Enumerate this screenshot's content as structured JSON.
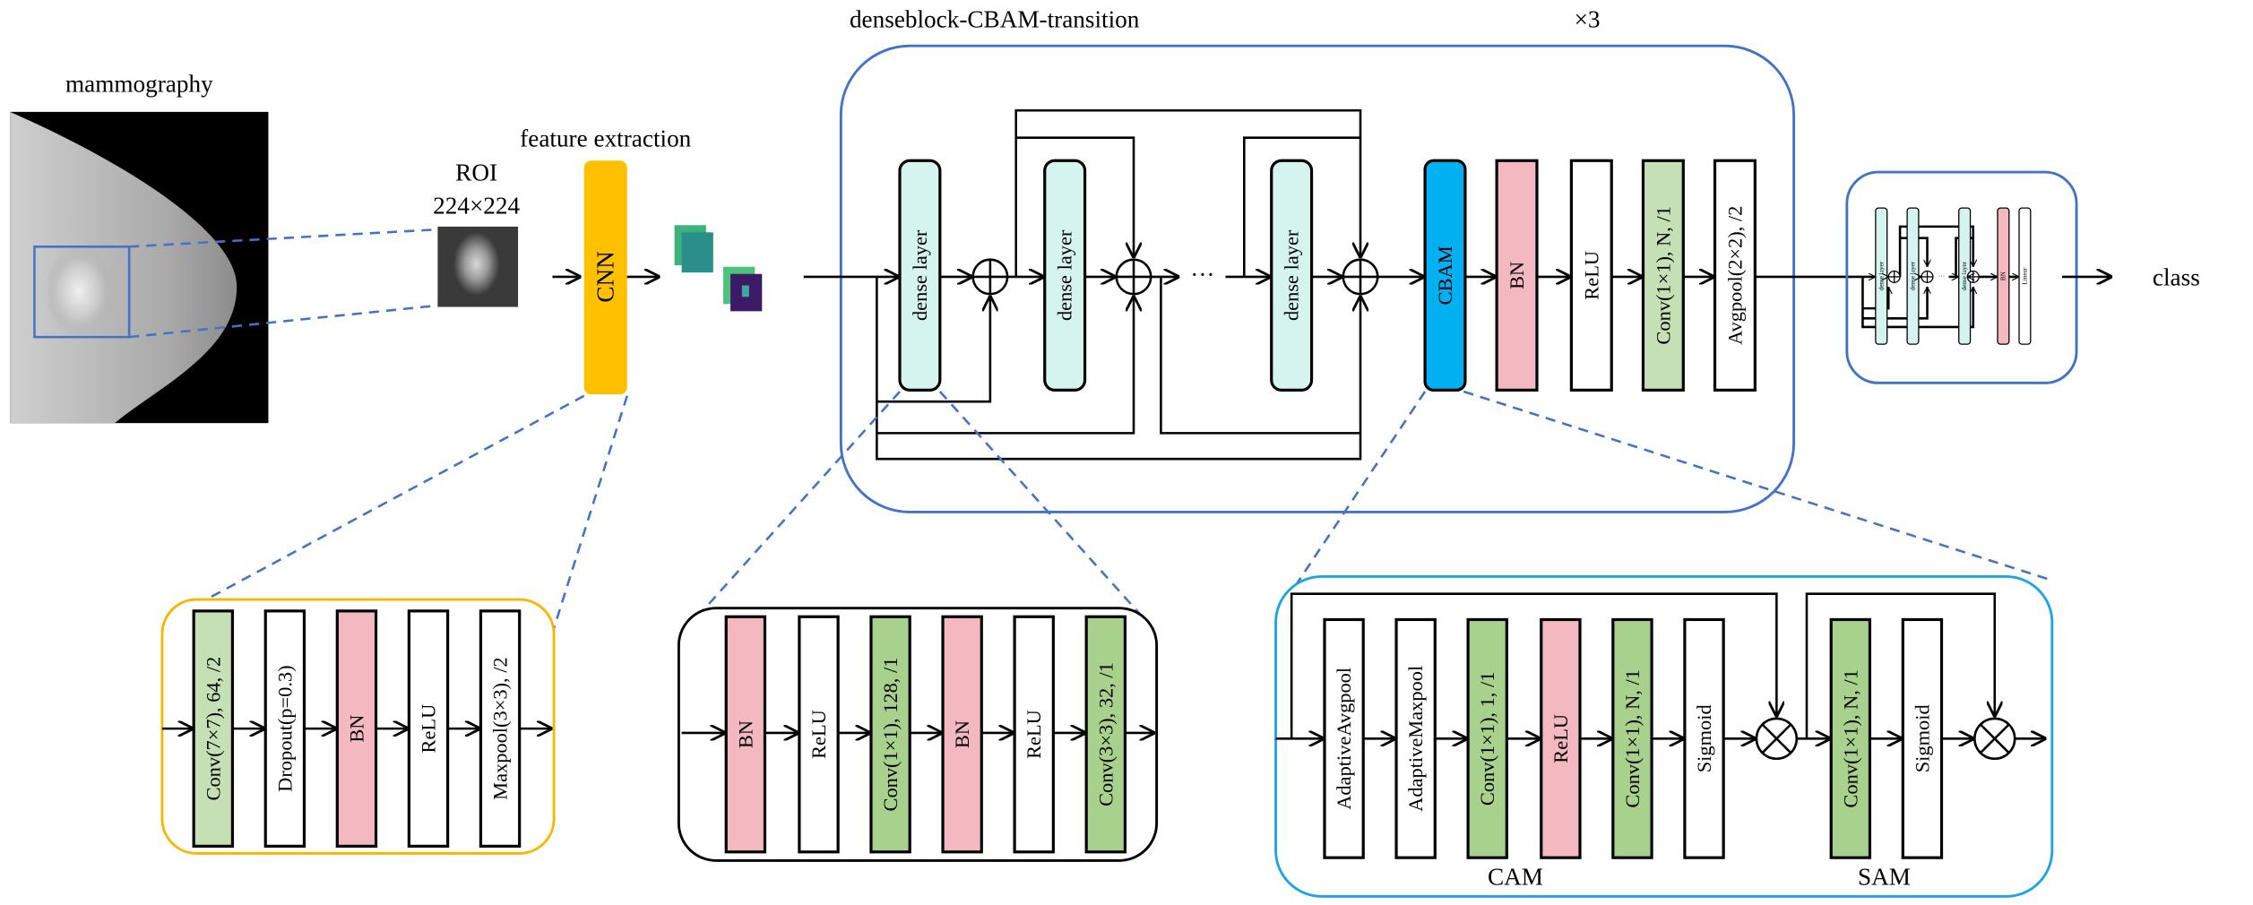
{
  "labels": {
    "mammography": "mammography",
    "roi": "ROI",
    "roi_size": "224×224",
    "feature_extraction": "feature extraction",
    "cnn": "CNN",
    "dense_title": "denseblock-CBAM-transition",
    "repeat": "×3",
    "dense_layer": "dense layer",
    "dots": "···",
    "class": "class",
    "cam": "CAM",
    "sam": "SAM"
  },
  "transition": [
    {
      "label": "CBAM",
      "color": "blue"
    },
    {
      "label": "BN",
      "color": "pink"
    },
    {
      "label": "ReLU",
      "color": "white"
    },
    {
      "label": "Conv(1×1), N, /1",
      "color": "green"
    },
    {
      "label": "Avgpool(2×2), /2",
      "color": "white"
    }
  ],
  "cnn_block": [
    {
      "label": "Conv(7×7), 64, /2",
      "color": "green"
    },
    {
      "label": "Dropout(p=0.3)",
      "color": "white"
    },
    {
      "label": "BN",
      "color": "pink"
    },
    {
      "label": "ReLU",
      "color": "white"
    },
    {
      "label": "Maxpool(3×3), /2",
      "color": "white"
    }
  ],
  "dense_block": [
    {
      "label": "BN",
      "color": "pink"
    },
    {
      "label": "ReLU",
      "color": "white"
    },
    {
      "label": "Conv(1×1), 128, /1",
      "color": "green"
    },
    {
      "label": "BN",
      "color": "pink"
    },
    {
      "label": "ReLU",
      "color": "white"
    },
    {
      "label": "Conv(3×3), 32, /1",
      "color": "green"
    }
  ],
  "cbam_block": [
    {
      "label": "AdaptiveAvgpool",
      "color": "white"
    },
    {
      "label": "AdaptiveMaxpool",
      "color": "white"
    },
    {
      "label": "Conv(1×1), 1, /1",
      "color": "green"
    },
    {
      "label": "ReLU",
      "color": "pink"
    },
    {
      "label": "Conv(1×1), N, /1",
      "color": "green"
    },
    {
      "label": "Sigmoid",
      "color": "white"
    },
    {
      "label": "Conv(1×1), N, /1",
      "color": "green"
    },
    {
      "label": "Sigmoid",
      "color": "white"
    }
  ],
  "mini": [
    {
      "label": "dense layer",
      "color": "cyan"
    },
    {
      "label": "dense layer",
      "color": "cyan"
    },
    {
      "label": "dense layer",
      "color": "cyan"
    },
    {
      "label": "BN",
      "color": "pink"
    },
    {
      "label": "Linear",
      "color": "white"
    }
  ],
  "colors": {
    "green": "#c5e0b4",
    "green_dark": "#a9d18e",
    "white": "#ffffff",
    "pink": "#f4b8c1",
    "cyan": "#d5f3ef",
    "blue": "#00b0f0",
    "orange": "#ffc000",
    "frame_blue": "#4472c4",
    "frame_cyan": "#1ea5e0",
    "frame_orange": "#f5b800"
  }
}
